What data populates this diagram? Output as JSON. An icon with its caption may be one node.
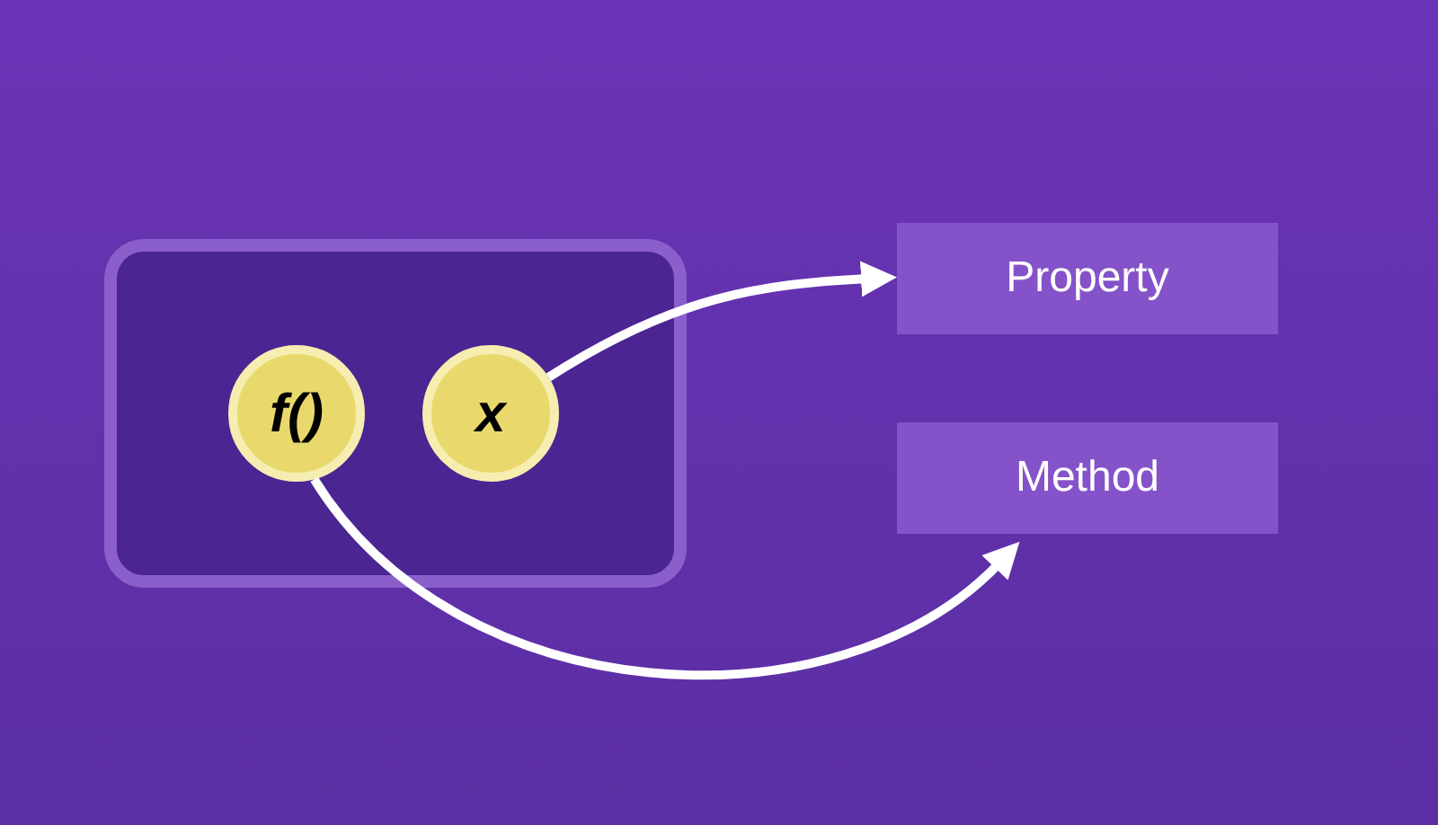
{
  "diagram": {
    "nodes": [
      {
        "text": [],
        "shape": "box"
      },
      {
        "text": [
          "f()"
        ],
        "in": 0
      },
      {
        "text": [
          "x"
        ],
        "in": 0
      },
      {
        "text": [
          "Property"
        ]
      },
      {
        "text": [
          "Method"
        ]
      }
    ],
    "edges": [
      {
        "from": 2,
        "to": 3,
        "arrow": "to"
      },
      {
        "from": 1,
        "to": 4,
        "arrow": "to"
      }
    ]
  }
}
